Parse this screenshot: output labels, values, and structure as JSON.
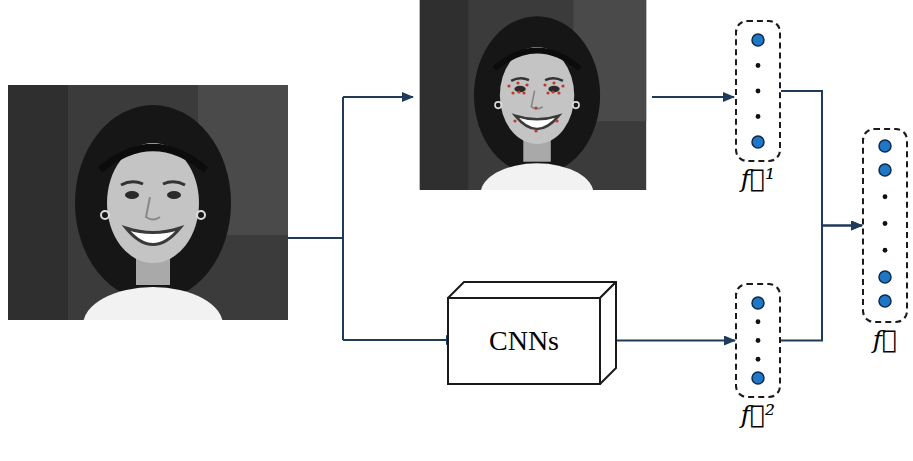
{
  "diagram": {
    "nodes": [
      {
        "text": [
          "f⃗¹"
        ]
      },
      {
        "text": [
          "CNNs"
        ]
      },
      {
        "text": [
          "f⃗²"
        ]
      },
      {
        "text": [
          "f⃗"
        ]
      }
    ],
    "edges": [
      {
        "from": 1,
        "to": 2,
        "arrow": "to"
      },
      {
        "from": 0,
        "to": 3,
        "arrow": "to"
      },
      {
        "from": 2,
        "to": 3,
        "arrow": "to"
      }
    ]
  }
}
